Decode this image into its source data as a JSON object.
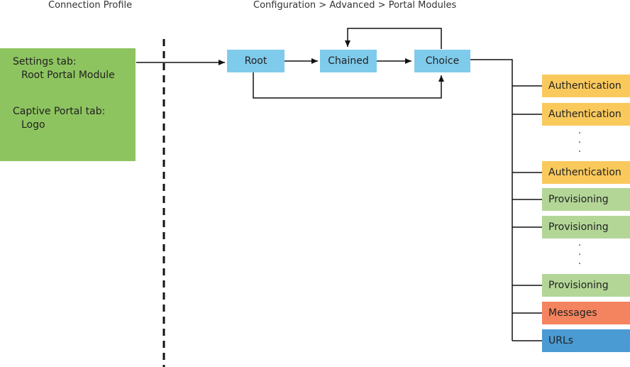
{
  "headers": {
    "left": "Connection Profile",
    "right": "Configuration > Advanced > Portal Modules"
  },
  "profile": {
    "settings_label": "Settings tab:",
    "settings_value": "Root Portal Module",
    "captive_label": "Captive Portal tab:",
    "captive_value": "Logo"
  },
  "nodes": {
    "root": "Root",
    "chained": "Chained",
    "choice": "Choice"
  },
  "modules": [
    {
      "label": "Authentication",
      "color": "#f9c95c"
    },
    {
      "label": "Authentication",
      "color": "#f9c95c"
    },
    {
      "label": "Authentication",
      "color": "#f9c95c"
    },
    {
      "label": "Provisioning",
      "color": "#b3d697"
    },
    {
      "label": "Provisioning",
      "color": "#b3d697"
    },
    {
      "label": "Provisioning",
      "color": "#b3d697"
    },
    {
      "label": "Messages",
      "color": "#f4845f"
    },
    {
      "label": "URLs",
      "color": "#4a9bd4"
    }
  ],
  "colors": {
    "profile_bg": "#8dc45f",
    "node_bg": "#7fcbeb"
  }
}
